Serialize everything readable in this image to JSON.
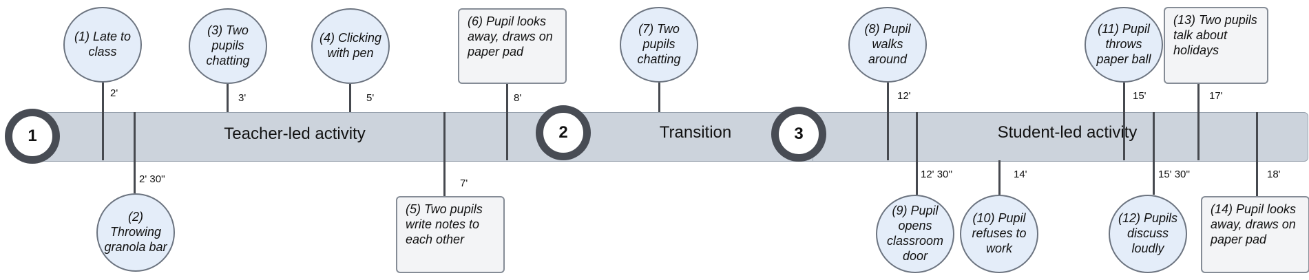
{
  "phases": [
    {
      "number": "1",
      "label": "Teacher-led activity"
    },
    {
      "number": "2",
      "label": "Transition"
    },
    {
      "number": "3",
      "label": "Student-led activity"
    }
  ],
  "events": [
    {
      "id": "1",
      "text": "(1) Late to class",
      "time": "2'",
      "shape": "circle",
      "side": "top"
    },
    {
      "id": "2",
      "text": "(2) Throwing granola bar",
      "time": "2' 30''",
      "shape": "circle",
      "side": "bottom"
    },
    {
      "id": "3",
      "text": "(3) Two pupils chatting",
      "time": "3'",
      "shape": "circle",
      "side": "top"
    },
    {
      "id": "4",
      "text": "(4) Clicking with pen",
      "time": "5'",
      "shape": "circle",
      "side": "top"
    },
    {
      "id": "5",
      "text": "(5) Two pupils write notes to each other",
      "time": "7'",
      "shape": "box",
      "side": "bottom"
    },
    {
      "id": "6",
      "text": "(6) Pupil looks away, draws on paper pad",
      "time": "8'",
      "shape": "box",
      "side": "top"
    },
    {
      "id": "7",
      "text": "(7) Two pupils chatting",
      "time": "",
      "shape": "circle",
      "side": "top"
    },
    {
      "id": "8",
      "text": "(8) Pupil walks around",
      "time": "12'",
      "shape": "circle",
      "side": "top"
    },
    {
      "id": "9",
      "text": "(9) Pupil opens classroom door",
      "time": "12' 30''",
      "shape": "circle",
      "side": "bottom"
    },
    {
      "id": "10",
      "text": "(10) Pupil refuses to work",
      "time": "14'",
      "shape": "circle",
      "side": "bottom"
    },
    {
      "id": "11",
      "text": "(11) Pupil throws paper ball",
      "time": "15'",
      "shape": "circle",
      "side": "top"
    },
    {
      "id": "12",
      "text": "(12) Pupils discuss loudly",
      "time": "15' 30''",
      "shape": "circle",
      "side": "bottom"
    },
    {
      "id": "13",
      "text": "(13) Two pupils talk about holidays",
      "time": "17'",
      "shape": "box",
      "side": "top"
    },
    {
      "id": "14",
      "text": "(14) Pupil looks away, draws on paper pad",
      "time": "18'",
      "shape": "box",
      "side": "bottom"
    }
  ]
}
